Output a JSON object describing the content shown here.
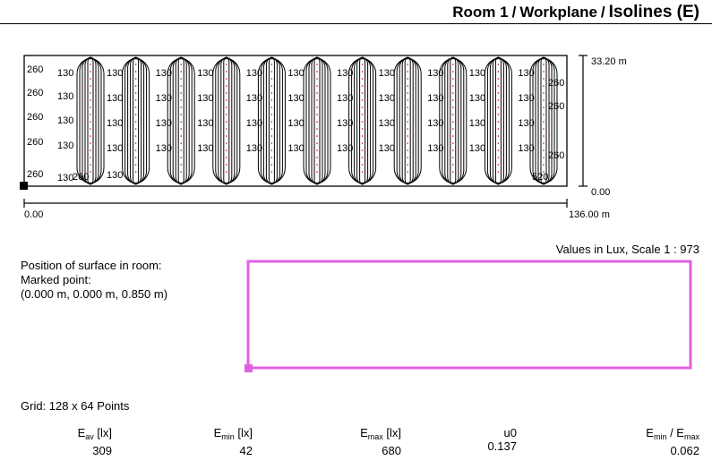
{
  "header": {
    "room": "Room 1",
    "workplane": "Workplane",
    "isolines": "Isolines (E)"
  },
  "plan": {
    "height_label": "33.20 m",
    "zero_y_label": "0.00",
    "zero_x_label": "0.00",
    "width_label": "136.00 m",
    "isoline_labels": {
      "left_col": [
        "260",
        "260",
        "260",
        "260",
        "260"
      ],
      "inner": "130",
      "bottom_260_a": "260",
      "right_col": [
        "260",
        "260",
        "260"
      ],
      "bottom_right": "520"
    },
    "contour_colors": {
      "line": "#000000",
      "marked": "#cc0000"
    }
  },
  "scale_text": "Values in Lux, Scale 1 : 973",
  "position": {
    "line1": "Position of surface in room:",
    "line2": "Marked point:",
    "line3": "(0.000 m, 0.000 m, 0.850 m)"
  },
  "grid_text": "Grid: 128 x 64 Points",
  "stats": {
    "eav_label": "E",
    "eav_sub": "av",
    "eav_unit": "[lx]",
    "eav_value": "309",
    "emin_label": "E",
    "emin_sub": "min",
    "emin_unit": "[lx]",
    "emin_value": "42",
    "emax_label": "E",
    "emax_sub": "max",
    "emax_unit": "[lx]",
    "emax_value": "680",
    "u0_label": "u0",
    "u0_value": "0.137",
    "ratio_label_a": "E",
    "ratio_sub_a": "min",
    "ratio_slash": " / E",
    "ratio_sub_b": "max",
    "ratio_value": "0.062"
  },
  "colors": {
    "highlight": "#e060e0"
  }
}
